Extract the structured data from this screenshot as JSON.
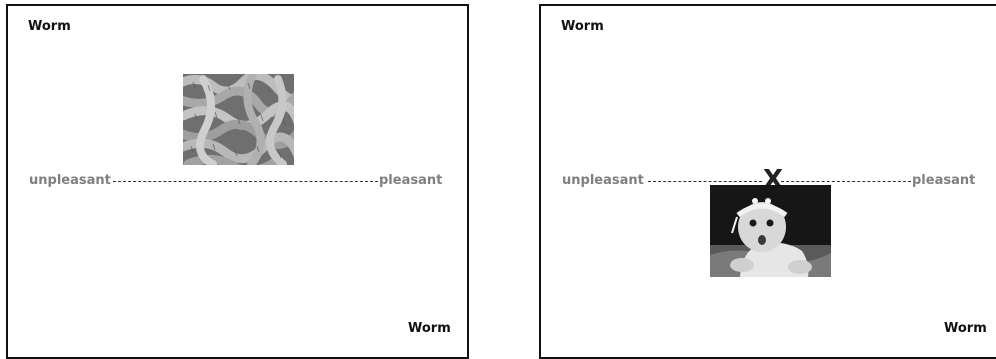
{
  "left_panel": {
    "category_top": "Worm",
    "category_bottom": "Worm",
    "scale_left": "unpleasant",
    "scale_right": "pleasant",
    "stimulus_icon": "worms-photo"
  },
  "right_panel": {
    "category_top": "Worm",
    "category_bottom": "Worm",
    "scale_left": "unpleasant",
    "scale_right": "pleasant",
    "rating_mark": "X",
    "stimulus_icon": "baby-photo"
  }
}
